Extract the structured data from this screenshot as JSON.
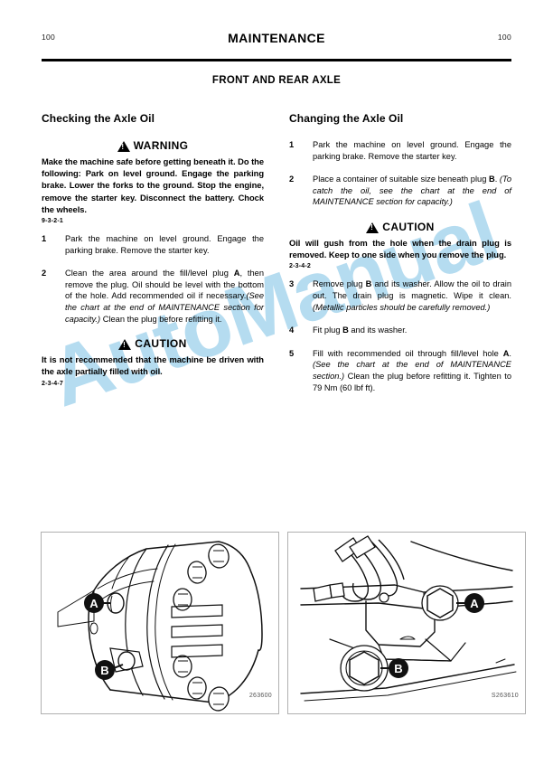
{
  "header": {
    "page_number_left": "100",
    "page_number_right": "100",
    "title": "MAINTENANCE",
    "section_title": "FRONT AND REAR AXLE"
  },
  "watermark": {
    "text": "AutoManual",
    "color": "#b5dcf0"
  },
  "left_column": {
    "heading": "Checking the Axle Oil",
    "warning": {
      "label": "WARNING",
      "body": "Make the machine safe before getting beneath it. Do the following: Park on level ground. Engage the parking brake. Lower the forks to the  ground. Stop the engine, remove the starter key. Disconnect the battery. Chock the wheels.",
      "code": "9-3-2-1"
    },
    "steps": [
      {
        "number": "1",
        "parts": [
          {
            "text": "Park the machine on level ground. Engage the parking brake. Remove the starter key.",
            "style": "normal"
          }
        ]
      },
      {
        "number": "2",
        "parts": [
          {
            "text": "Clean the area around the fill/level plug ",
            "style": "normal"
          },
          {
            "text": "A",
            "style": "bold"
          },
          {
            "text": ", then remove the plug. Oil should be level with the bottom of the hole. Add recommended oil if necessary.",
            "style": "normal"
          },
          {
            "text": "(See the chart at the end of MAINTENANCE section for capacity.)",
            "style": "italic"
          },
          {
            "text": " Clean the plug before refitting it.",
            "style": "normal"
          }
        ]
      }
    ],
    "caution": {
      "label": "CAUTION",
      "body": "It is not recommended that the machine be driven with the axle partially filled with oil.",
      "code": "2-3-4-7"
    }
  },
  "right_column": {
    "heading": "Changing the Axle Oil",
    "steps_before_caution": [
      {
        "number": "1",
        "parts": [
          {
            "text": "Park the machine on level ground. Engage the parking brake. Remove the starter key.",
            "style": "normal"
          }
        ]
      },
      {
        "number": "2",
        "parts": [
          {
            "text": "Place a container of suitable size beneath plug ",
            "style": "normal"
          },
          {
            "text": "B",
            "style": "bold"
          },
          {
            "text": ". ",
            "style": "normal"
          },
          {
            "text": "(To catch the oil, see the chart at the end of MAINTENANCE section for capacity.)",
            "style": "italic"
          }
        ]
      }
    ],
    "caution": {
      "label": "CAUTION",
      "body": "Oil will gush from the hole when the drain plug is removed. Keep to one side when you remove the plug.",
      "code": "2-3-4-2"
    },
    "steps_after_caution": [
      {
        "number": "3",
        "parts": [
          {
            "text": "Remove plug ",
            "style": "normal"
          },
          {
            "text": "B",
            "style": "bold"
          },
          {
            "text": " and its washer. Allow the oil to drain out. The drain plug is magnetic. Wipe it clean. ",
            "style": "normal"
          },
          {
            "text": "(Metallic particles should be carefully removed.)",
            "style": "italic"
          }
        ]
      },
      {
        "number": "4",
        "parts": [
          {
            "text": "Fit plug ",
            "style": "normal"
          },
          {
            "text": "B",
            "style": "bold"
          },
          {
            "text": " and its washer.",
            "style": "normal"
          }
        ]
      },
      {
        "number": "5",
        "parts": [
          {
            "text": "Fill with recommended oil through fill/level hole ",
            "style": "normal"
          },
          {
            "text": "A",
            "style": "bold"
          },
          {
            "text": ". ",
            "style": "normal"
          },
          {
            "text": "(See the chart at the end of MAINTENANCE section.)",
            "style": "italic"
          },
          {
            "text": " Clean the plug before refitting it. Tighten to 79 Nm (60 lbf ft).",
            "style": "normal"
          }
        ]
      }
    ]
  },
  "figures": [
    {
      "code": "263600",
      "callouts": [
        "A",
        "B"
      ],
      "caption": "axle hub assembly with fill/level plug A and drain plug B"
    },
    {
      "code": "S263610",
      "callouts": [
        "A",
        "B"
      ],
      "caption": "axle housing with fill/level plug A and drain plug B"
    }
  ]
}
